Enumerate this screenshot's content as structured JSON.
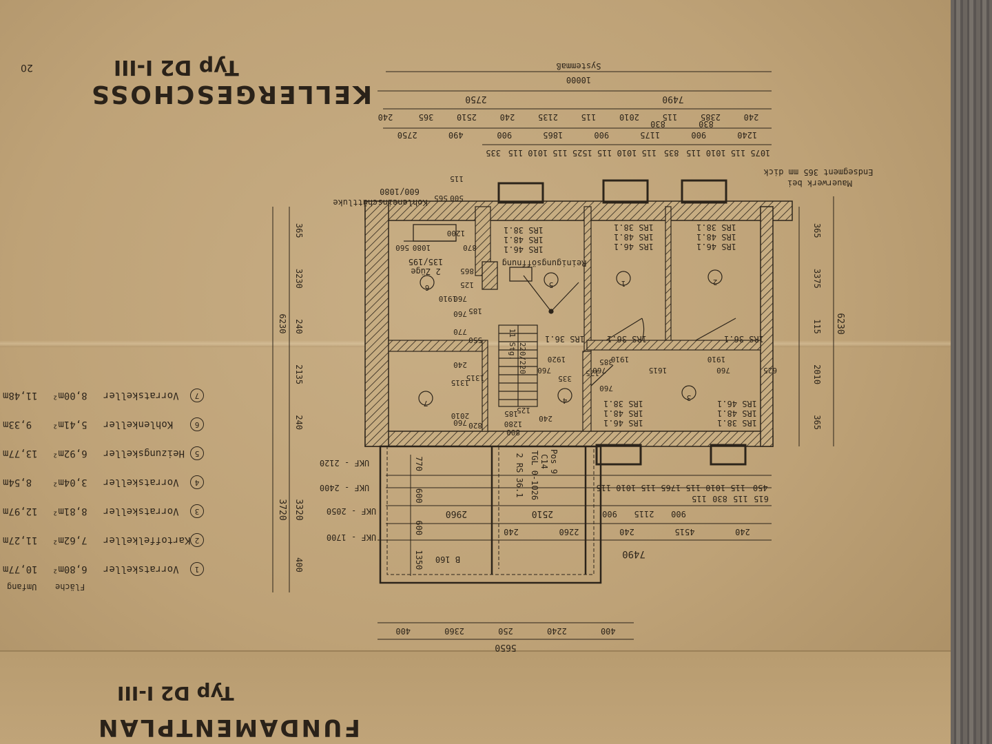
{
  "titles": {
    "top_main": "KELLERGESCHOSS",
    "top_type": "Typ D2 I-III",
    "page_number": "20",
    "bottom_main": "FUNDAMENTPLAN",
    "bottom_type": "Typ D2 I-III"
  },
  "annotations": {
    "systemmass": "Systemmaß",
    "mauerwerk_1": "Mauerwerk bei",
    "mauerwerk_2": "Endsegment 365 mm dick",
    "kohleneinschuettluke": "Kohleneinschüttluke",
    "luke_size": "600/1080",
    "reinigungsoeffnung": "Reinigungsöffnung",
    "zuege": "2 Züge",
    "zuege_size": "135/195",
    "stg": "11 Stg.",
    "stg_size": "220/220",
    "pos": "Pos 9",
    "pos_c": "C14",
    "tgl": "TGL 0-1026",
    "rs": "2 RS 36.1",
    "b160": "B 160",
    "ukf_1": "UKF - 2120",
    "ukf_2": "UKF - 2400",
    "ukf_3": "UKF - 2050",
    "ukf_4": "UKF - 1700"
  },
  "rooms": [
    {
      "num": "1",
      "labels": [
        "1RS 38.1",
        "1RS 48.1",
        "1RS 46.1"
      ]
    },
    {
      "num": "2",
      "labels": [
        "1RS 38.1",
        "1RS 48.1",
        "1RS 46.1"
      ]
    },
    {
      "num": "3",
      "labels": [
        "1RS 46.1",
        "1RS 48.1",
        "1RS 38.1"
      ]
    },
    {
      "num": "4",
      "labels": []
    },
    {
      "num": "5",
      "labels": [
        "1RS 38.1",
        "1RS 48.1",
        "1RS 46.1"
      ]
    },
    {
      "num": "6",
      "labels": []
    },
    {
      "num": "7",
      "labels": []
    }
  ],
  "door_labels": [
    "1RS 36.1",
    "1RS 36.1",
    "1RS 36.1"
  ],
  "legend": {
    "header_flaeche": "Fläche",
    "header_umfang": "Umfang",
    "items": [
      {
        "num": "1",
        "name": "Vorratskeller",
        "area": "6,80m²",
        "perimeter": "10,77m"
      },
      {
        "num": "2",
        "name": "Kartoffelkeller",
        "area": "7,62m²",
        "perimeter": "11,27m"
      },
      {
        "num": "3",
        "name": "Vorratskeller",
        "area": "8,81m²",
        "perimeter": "12,97m"
      },
      {
        "num": "4",
        "name": "Vorratskeller",
        "area": "3,04m²",
        "perimeter": "8,54m"
      },
      {
        "num": "5",
        "name": "Heizungskeller",
        "area": "6,92m²",
        "perimeter": "13,77m"
      },
      {
        "num": "6",
        "name": "Kohlenkeller",
        "area": "5,41m²",
        "perimeter": "9,33m"
      },
      {
        "num": "7",
        "name": "Vorratskeller",
        "area": "8,00m²",
        "perimeter": "11,48m"
      }
    ]
  },
  "dims_top": {
    "r1": [
      "10000"
    ],
    "r2": [
      "7490",
      "2750"
    ],
    "r3": [
      "240",
      "2385",
      "115",
      "2010",
      "115",
      "2135",
      "240",
      "2510",
      "365",
      "240"
    ],
    "r4": [
      "830",
      "830"
    ],
    "r5": [
      "1240",
      "900",
      "1175",
      "900",
      "1865",
      "900",
      "490",
      "2750"
    ],
    "r6": [
      "1075",
      "115",
      "1010",
      "115",
      "835",
      "115",
      "1010",
      "115",
      "1525",
      "115",
      "1010",
      "115",
      "335"
    ]
  },
  "dims_right": [
    "365",
    "3375",
    "115",
    "2010",
    "365",
    "6230"
  ],
  "dims_left": [
    "6230",
    "365",
    "3230",
    "240",
    "2135",
    "240",
    "3720",
    "3320",
    "400"
  ],
  "dims_bottom": {
    "r1": [
      "450",
      "115",
      "1010",
      "115",
      "1765",
      "115",
      "1010",
      "115"
    ],
    "r2": [
      "615",
      "115",
      "830",
      "115"
    ],
    "r3": [
      "900",
      "2115",
      "900"
    ],
    "r4": [
      "2510",
      "2960"
    ],
    "r5": [
      "240",
      "4515",
      "240",
      "2260",
      "240"
    ],
    "r6": [
      "7490"
    ],
    "found": [
      "770",
      "600",
      "600",
      "1350"
    ],
    "base1": [
      "400",
      "2240",
      "250",
      "2360",
      "400"
    ],
    "base2": [
      "5650"
    ]
  },
  "inner_dims": [
    "1920",
    "1910",
    "1910",
    "760",
    "760",
    "1615",
    "760",
    "625",
    "335",
    "385",
    "760",
    "125",
    "1200",
    "870",
    "865",
    "125",
    "760",
    "1910",
    "760",
    "185",
    "770",
    "550",
    "240",
    "1315",
    "1315",
    "2010",
    "760",
    "820",
    "800",
    "1280",
    "240",
    "125",
    "185",
    "1080",
    "560",
    "565",
    "500",
    "115"
  ]
}
